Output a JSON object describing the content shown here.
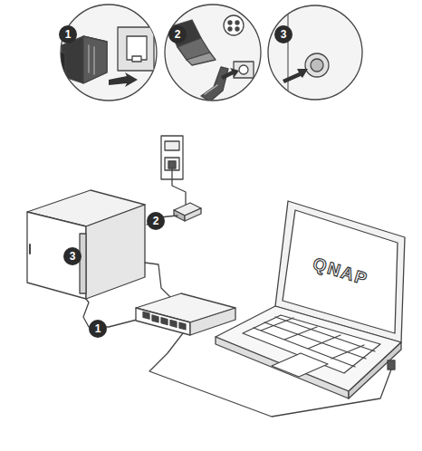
{
  "diagram": {
    "labels": [
      "1",
      "2",
      "3",
      "2",
      "3",
      "1",
      "QNAP"
    ]
  }
}
